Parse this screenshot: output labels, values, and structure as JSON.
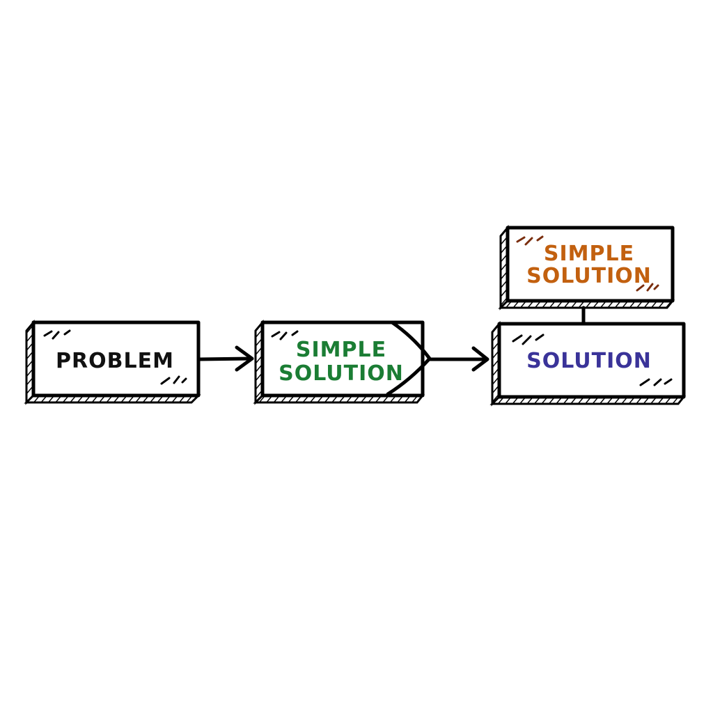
{
  "nodes": {
    "problem": {
      "line1": "PROBLEM"
    },
    "simple_solution": {
      "line1": "SIMPLE",
      "line2": "SOLUTION"
    },
    "solution": {
      "line1": "SOLUTION"
    },
    "simple_solution_top": {
      "line1": "SIMPLE",
      "line2": "SOLUTION"
    }
  },
  "colors": {
    "problem": "#111111",
    "simple_solution": "#1b7d34",
    "solution": "#3a3399",
    "simple_solution_top": "#c2600f",
    "top_glass": "#7a2e0e"
  }
}
